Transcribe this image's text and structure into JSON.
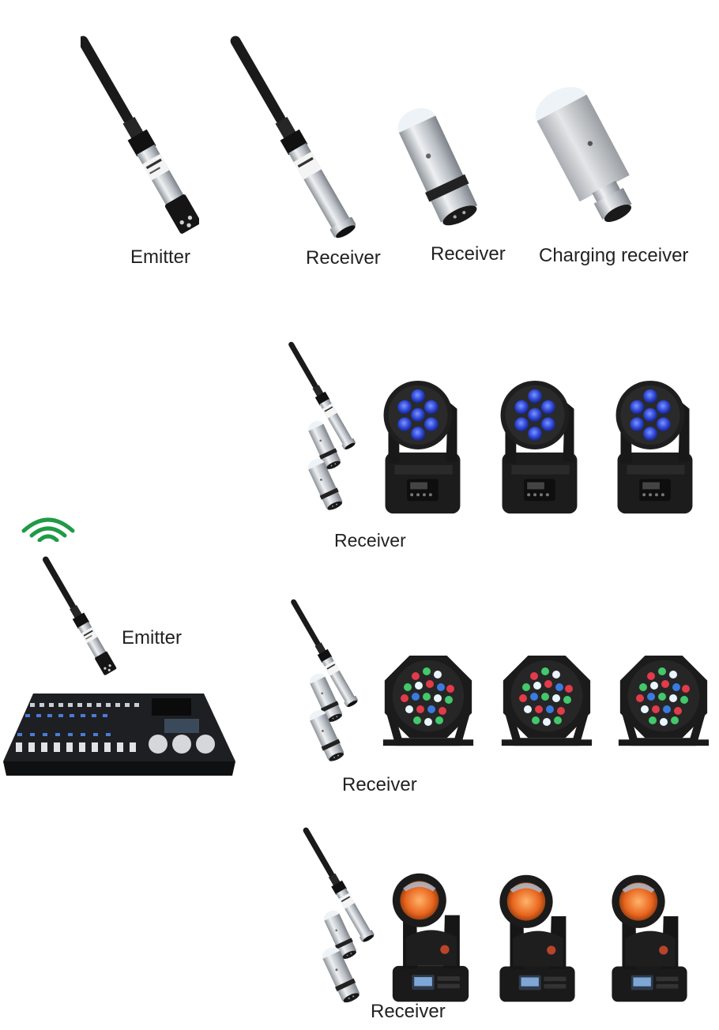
{
  "labels": {
    "top_emitter": "Emitter",
    "top_receiver_1": "Receiver",
    "top_receiver_2": "Receiver",
    "top_charging_receiver": "Charging receiver",
    "row1_receiver": "Receiver",
    "emitter": "Emitter",
    "row2_receiver": "Receiver",
    "row3_receiver": "Receiver"
  },
  "colors": {
    "signal": "#1f9a46",
    "metal": "#c9cdd2",
    "black": "#141414",
    "led_blue": "#2d47d6",
    "beam_orange": "#e8651e"
  },
  "icons": {
    "signal": "wifi-signal-icon",
    "transmitter": "dmx-transmitter-icon",
    "receiver": "dmx-receiver-icon",
    "console": "dmx-console-icon",
    "moving_head": "led-moving-head-icon",
    "par": "rgb-par-light-icon",
    "beam": "beam-moving-head-icon"
  }
}
